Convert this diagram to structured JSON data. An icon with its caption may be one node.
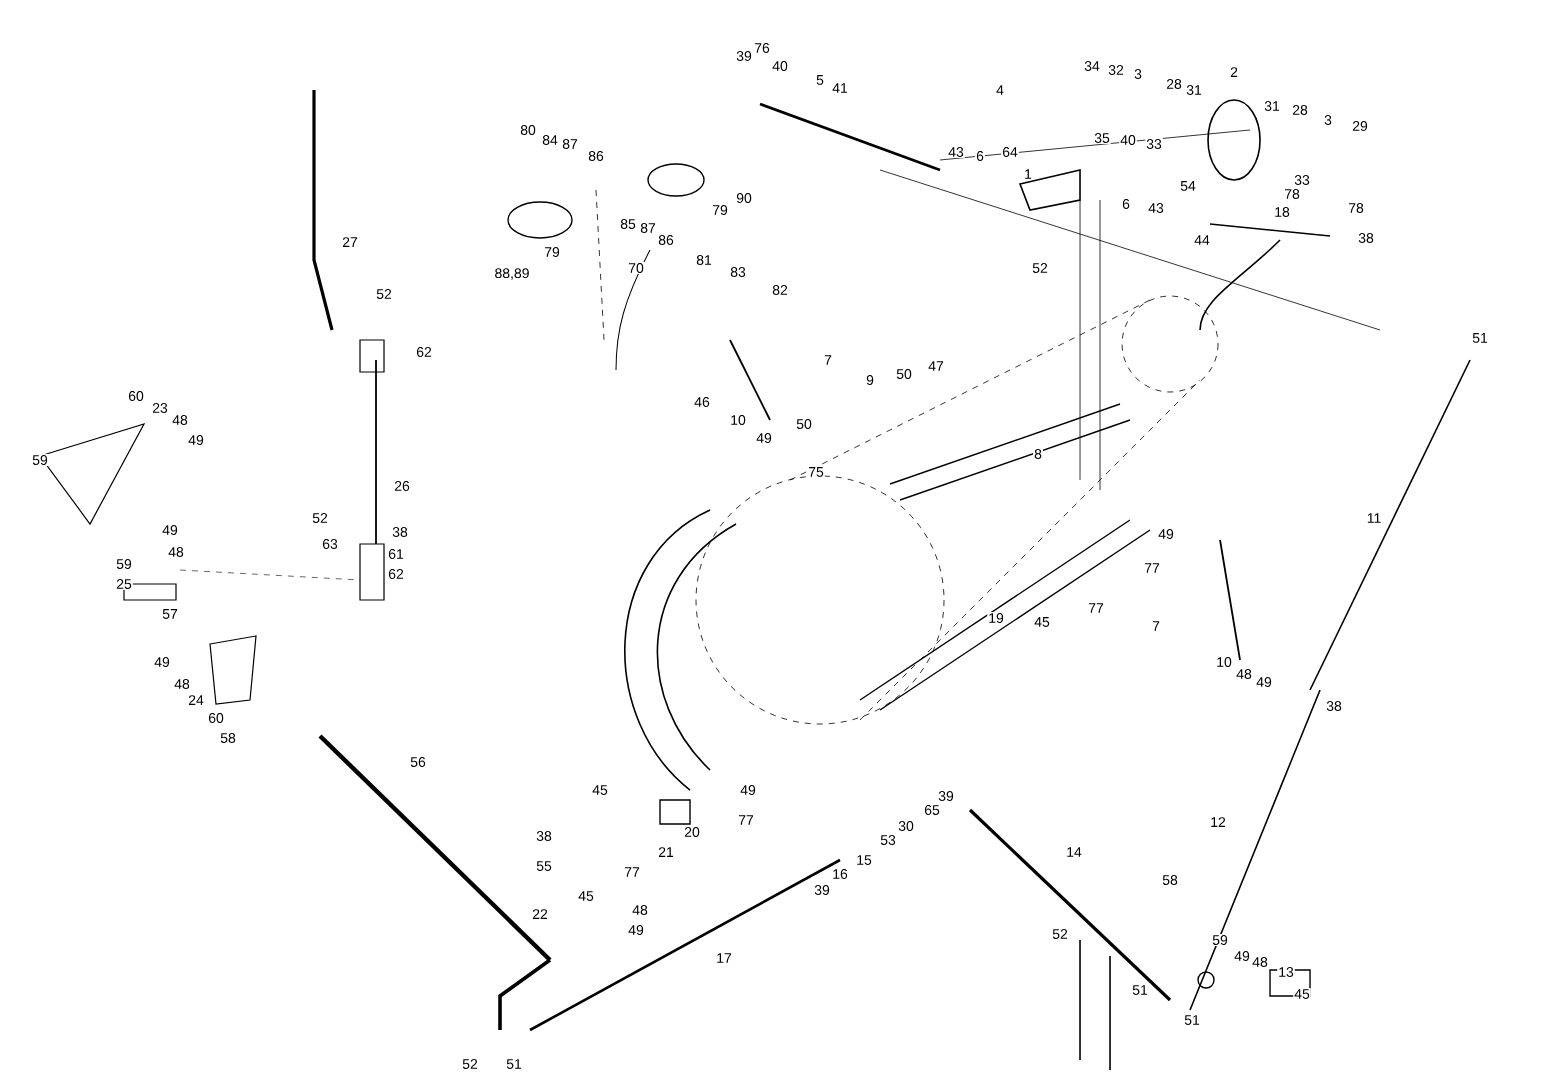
{
  "diagram": {
    "labels": [
      "39",
      "76",
      "40",
      "5",
      "41",
      "4",
      "34",
      "32",
      "3",
      "28",
      "31",
      "2",
      "31",
      "28",
      "3",
      "29",
      "35",
      "40",
      "33",
      "33",
      "43",
      "6",
      "64",
      "1",
      "54",
      "78",
      "78",
      "38",
      "18",
      "6",
      "43",
      "44",
      "52",
      "80",
      "84",
      "87",
      "86",
      "90",
      "79",
      "79",
      "88,89",
      "85",
      "87",
      "86",
      "70",
      "81",
      "83",
      "82",
      "27",
      "52",
      "62",
      "7",
      "9",
      "50",
      "47",
      "46",
      "10",
      "50",
      "49",
      "75",
      "8",
      "51",
      "11",
      "60",
      "23",
      "48",
      "49",
      "59",
      "26",
      "49",
      "52",
      "38",
      "63",
      "61",
      "62",
      "48",
      "59",
      "25",
      "57",
      "49",
      "48",
      "24",
      "60",
      "58",
      "56",
      "19",
      "45",
      "77",
      "77",
      "49",
      "7",
      "10",
      "48",
      "49",
      "38",
      "12",
      "45",
      "49",
      "77",
      "20",
      "21",
      "45",
      "77",
      "48",
      "49",
      "38",
      "55",
      "22",
      "17",
      "52",
      "51",
      "39",
      "65",
      "30",
      "53",
      "15",
      "16",
      "39",
      "14",
      "58",
      "52",
      "59",
      "49",
      "48",
      "13",
      "45",
      "51",
      "51"
    ]
  }
}
